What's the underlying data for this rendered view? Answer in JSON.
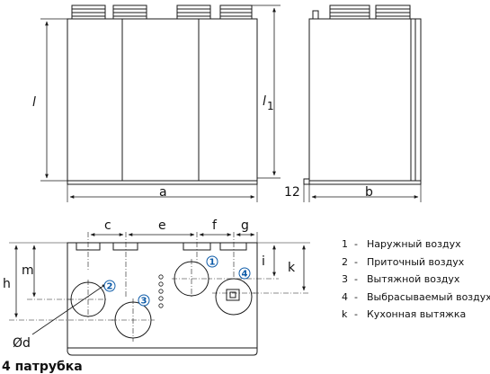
{
  "dimensions": {
    "a": "a",
    "b": "b",
    "l": "l",
    "l1": "l",
    "l1_sub": "1",
    "offset_12": "12",
    "c": "c",
    "e": "e",
    "f": "f",
    "g": "g",
    "h": "h",
    "m": "m",
    "i": "i",
    "k": "k",
    "diameter": "Ød",
    "nozzles_note": "4 патрубка"
  },
  "port_numbers": [
    "1",
    "2",
    "3",
    "4"
  ],
  "legend": [
    {
      "key": "1",
      "label": "Наружный воздух"
    },
    {
      "key": "2",
      "label": "Приточный воздух"
    },
    {
      "key": "3",
      "label": "Вытяжной воздух"
    },
    {
      "key": "4",
      "label": "Выбрасываемый воздух"
    },
    {
      "key": "k",
      "label": "Кухонная вытяжка"
    }
  ],
  "colors": {
    "line": "#1a1a1a",
    "badge": "#0b5aa8"
  }
}
